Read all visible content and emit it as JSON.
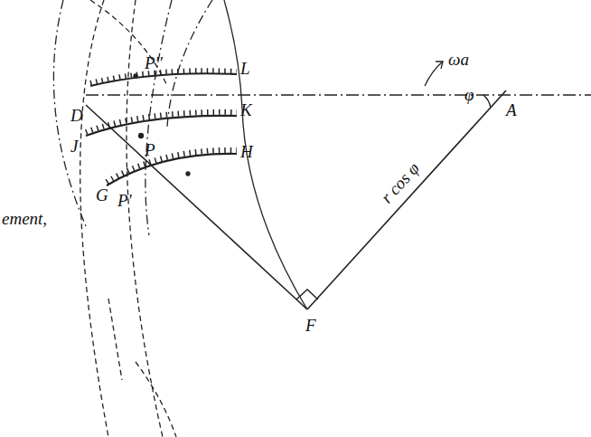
{
  "diagram": {
    "labels": [
      "D",
      "P''",
      "L",
      "P",
      "K",
      "J",
      "G",
      "P'",
      "H",
      "F",
      "A",
      "ωa",
      "φ",
      "r cos φ",
      "ement,"
    ]
  }
}
